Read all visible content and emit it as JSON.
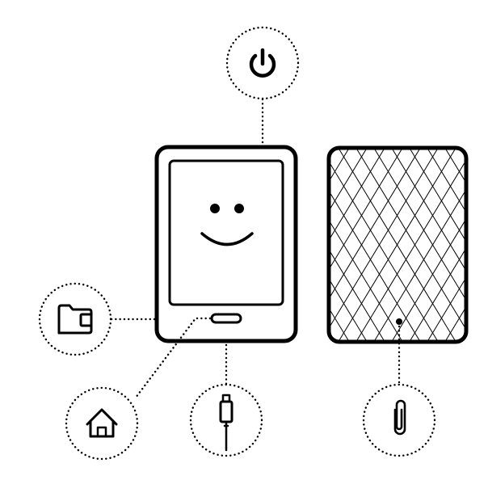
{
  "diagram": {
    "devices": [
      {
        "name": "ereader-front",
        "screen": {
          "face": "smiley"
        }
      },
      {
        "name": "ereader-back",
        "texture": "diamond-lattice"
      }
    ],
    "callouts": [
      {
        "icon": "power-icon",
        "target": "power-button"
      },
      {
        "icon": "folder-card-icon",
        "target": "memory-card-slot"
      },
      {
        "icon": "home-icon",
        "target": "home-button"
      },
      {
        "icon": "usb-cable-icon",
        "target": "usb-port"
      },
      {
        "icon": "paperclip-icon",
        "target": "reset-hole"
      }
    ],
    "colors": {
      "ink": "#000000",
      "background": "#ffffff"
    }
  }
}
